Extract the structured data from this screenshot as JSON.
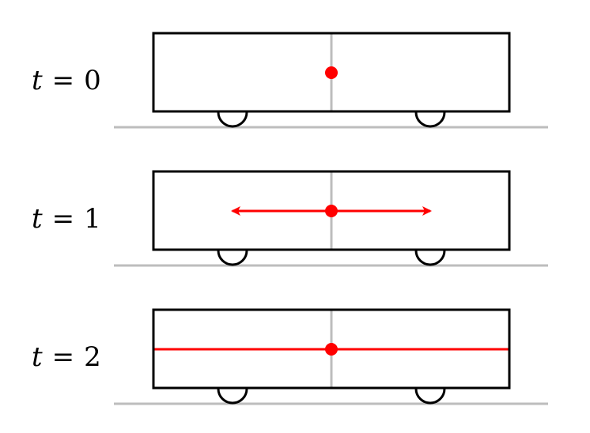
{
  "colors": {
    "background": "#ffffff",
    "car_outline": "#000000",
    "track": "#bdbdbd",
    "midline": "#bdbdbd",
    "light": "#ff0000"
  },
  "panels": [
    {
      "time_variable": "t",
      "equals": "=",
      "time_value": "0",
      "light_state": "point"
    },
    {
      "time_variable": "t",
      "equals": "=",
      "time_value": "1",
      "light_state": "arrows"
    },
    {
      "time_variable": "t",
      "equals": "=",
      "time_value": "2",
      "light_state": "full-width"
    }
  ]
}
